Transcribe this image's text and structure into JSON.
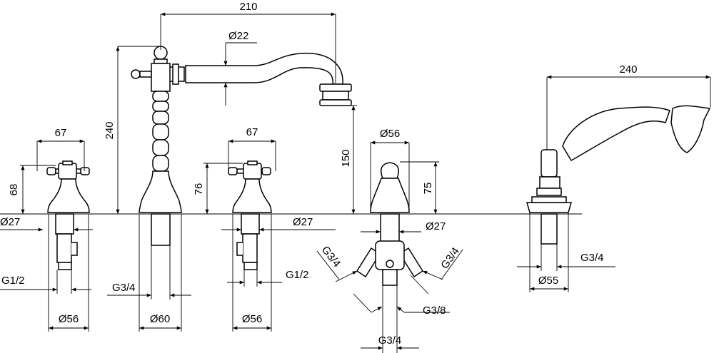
{
  "dimensions": {
    "spout_reach": "210",
    "spout_dia": "Ø22",
    "spout_total_height": "240",
    "spout_outlet_height": "150",
    "left_handle_width": "67",
    "left_handle_height": "68",
    "left_base_dia": "Ø27",
    "left_thread": "G1/2",
    "left_body_dia": "Ø56",
    "spout_thread": "G3/4",
    "spout_base_dia": "Ø60",
    "mid_handle_width": "67",
    "mid_handle_height": "76",
    "mid_base_dia": "Ø27",
    "mid_thread": "G1/2",
    "mid_body_dia": "Ø56",
    "diverter_knob_dia": "Ø56",
    "diverter_height": "75",
    "diverter_base_dia": "Ø27",
    "diverter_left_thread": "G3/4",
    "diverter_right_thread": "G3/4",
    "diverter_side_thread": "G3/8",
    "diverter_bottom_thread": "G3/4",
    "shower_reach": "240",
    "shower_thread": "G3/4",
    "shower_base_dia": "Ø55"
  }
}
